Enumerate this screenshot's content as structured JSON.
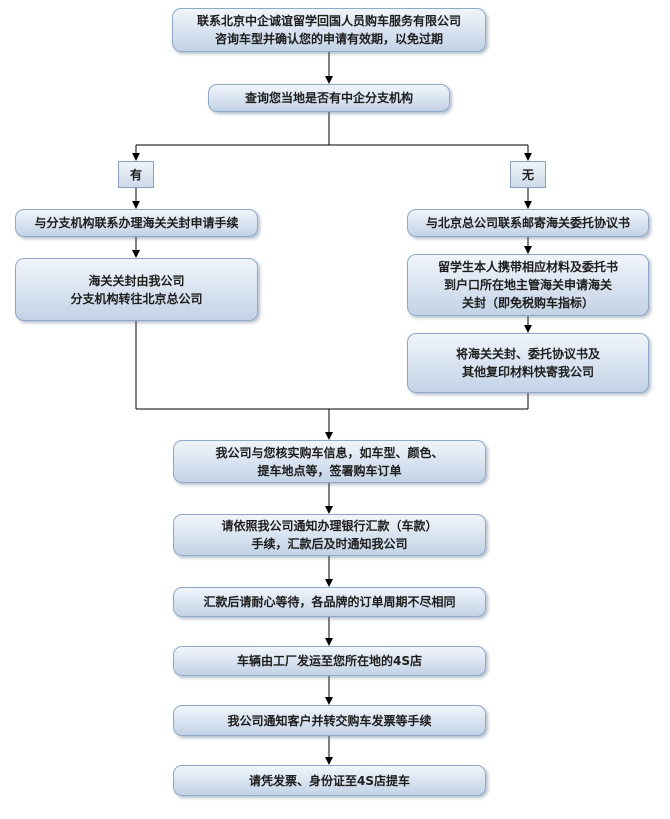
{
  "steps": {
    "s1": [
      "联系北京中企诚谊留学回国人员购车服务有限公司",
      "咨询车型并确认您的申请有效期，以免过期"
    ],
    "s2": "查询您当地是否有中企分支机构",
    "branch_yes": "有",
    "branch_no": "无",
    "left1": "与分支机构联系办理海关关封申请手续",
    "left2": [
      "海关关封由我公司",
      "分支机构转往北京总公司"
    ],
    "right1": "与北京总公司联系邮寄海关委托协议书",
    "right2": [
      "留学生本人携带相应材料及委托书",
      "到户口所在地主管海关申请海关",
      "关封（即免税购车指标）"
    ],
    "right3": [
      "将海关关封、委托协议书及",
      "其他复印材料快寄我公司"
    ],
    "s3": [
      "我公司与您核实购车信息，如车型、颜色、",
      "提车地点等，签署购车订单"
    ],
    "s4": [
      "请依照我公司通知办理银行汇款（车款）",
      "手续，汇款后及时通知我公司"
    ],
    "s5": "汇款后请耐心等待，各品牌的订单周期不尽相同",
    "s6": "车辆由工厂发运至您所在地的4S店",
    "s7": "我公司通知客户并转交购车发票等手续",
    "s8": "请凭发票、身份证至4S店提车"
  },
  "colors": {
    "line": "#000000",
    "box_border": "#8fa8c8"
  }
}
